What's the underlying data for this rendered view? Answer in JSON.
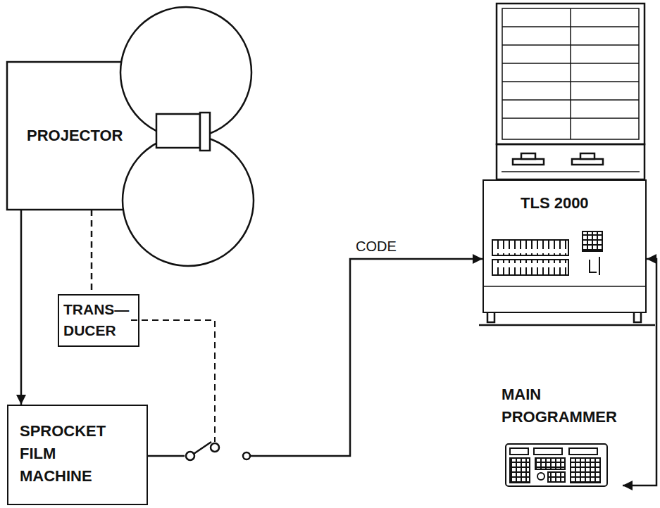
{
  "diagram": {
    "nodes": [
      {
        "text": [
          "PROJECTOR"
        ]
      },
      {
        "text": [
          "TRANS— DUCER"
        ]
      },
      {
        "text": [
          "SPROCKET FILM MACHINE"
        ]
      },
      {
        "text": [
          "TLS 2000"
        ]
      },
      {
        "text": [
          "MAIN PROGRAMMER"
        ]
      }
    ],
    "edges": [
      {
        "from": 0,
        "to": 2,
        "arrow": "to"
      },
      {
        "from": 0,
        "to": 1,
        "arrow": "none"
      },
      {
        "from": 2,
        "to": 3,
        "label": "CODE",
        "arrow": "to"
      },
      {
        "from": 4,
        "to": 3,
        "arrow": "both"
      }
    ]
  }
}
